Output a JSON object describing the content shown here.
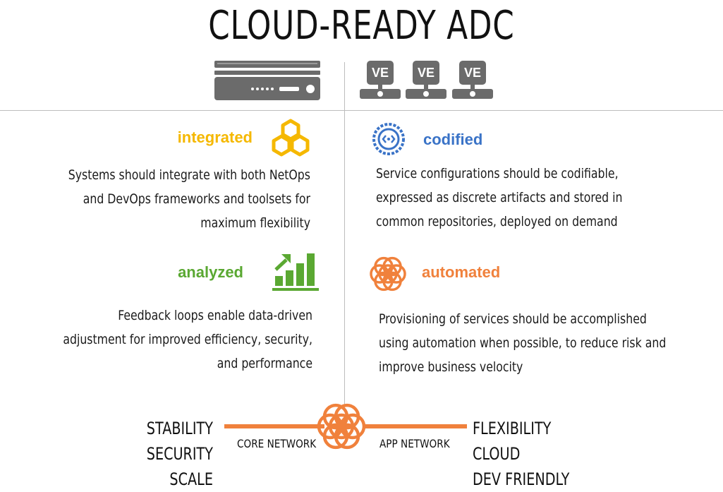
{
  "title": "CLOUD-READY ADC",
  "hardware": {
    "icon": "hardware-appliance-icon"
  },
  "virtual": {
    "icon": "virtual-edition-icon",
    "units": [
      "VE",
      "VE",
      "VE"
    ]
  },
  "quadrants": {
    "integrated": {
      "heading": "integrated",
      "color": "#f5b800",
      "icon": "hexagon-cluster-icon",
      "lines": [
        "Systems should integrate with both NetOps",
        "and DevOps frameworks and toolsets for",
        "maximum flexibility"
      ]
    },
    "codified": {
      "heading": "codified",
      "color": "#3a73c7",
      "icon": "gear-code-icon",
      "lines": [
        "Service configurations should be codifiable,",
        "expressed as discrete artifacts and stored in",
        "common repositories, deployed on demand"
      ]
    },
    "analyzed": {
      "heading": "analyzed",
      "color": "#5aa832",
      "icon": "bar-chart-growth-icon",
      "lines": [
        "Feedback loops enable data-driven",
        "adjustment for improved efficiency, security,",
        "and performance"
      ]
    },
    "automated": {
      "heading": "automated",
      "color": "#f0813c",
      "icon": "flower-of-life-icon",
      "lines": [
        "Provisioning of services should be accomplished",
        "using automation when possible, to reduce risk and",
        "improve business velocity"
      ]
    }
  },
  "bottom": {
    "left_words": [
      "STABILITY",
      "SECURITY",
      "SCALE"
    ],
    "right_words": [
      "FLEXIBILITY",
      "CLOUD",
      "DEV FRIENDLY"
    ],
    "core_label": "CORE NETWORK",
    "app_label": "APP NETWORK",
    "center_icon": "flower-of-life-icon"
  }
}
